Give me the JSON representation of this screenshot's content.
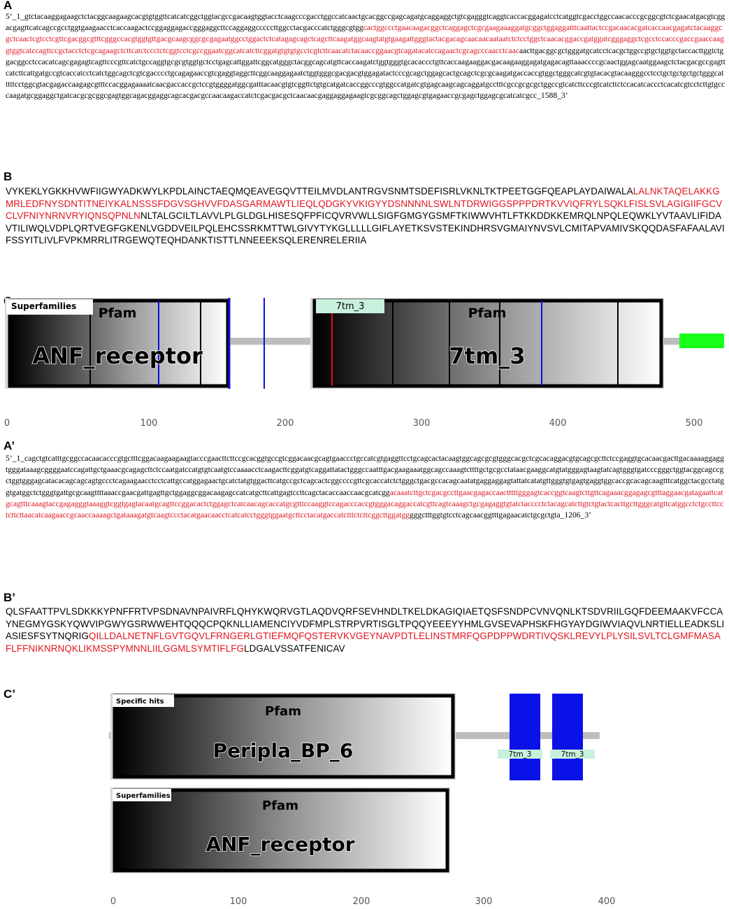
{
  "panels": {
    "A": {
      "label": "A",
      "pre": "5’_1_gtctacaaggagaagctctacggcaagaagcacgtgtggttcatcatcggctggtacgccgacaagtggtacctcaagcccgacctggccatcaactgcacggccgagcagatgcaggaggctgtcgagggtcaggtcaccacggagatcctcatggtcgacctggccaacacccgcggcgtctcgaacatgacgtcggacgagttcatcagccgcctggtgaagaacctcaccaagactccggaggagaccgggaggcttccaggaggcccccttggcctacgacccatctgggcgtgg",
      "highlight": "cactggccctgaacaagacggctcaggagctcgcgaagaaaggatgcggctggaggatttcaattactccgacaacacgatcaccaacgagatctacaaggcgctcaactcgtcctcgttcgacggcgtttcgggccacgtggtgttgacgcaagcggcgcgagaatggcctggactctcatagagcagctcagcttcaagatggcaagtatgtgaagattgggtactacgacagcaacaacaataatctctcctggctcaacacggaccgatggatcgggaggctcgcctccacccgaccgaaccaaggtggtcatccagttccgctacctctcgcagaagctcttcatctccctctcggtcctcgccggaatcggcatcatcttcggatgtgtgtgcctcgtcttcaacatctacaaccggaacgtcagatacatccagaactcgcagcccaacctcaac",
      "post": "aacttgacggcgctgggatgcatcctcacgctggccgtgctggtgctaccacttggtctggacggcctccacatcagcgagagtcagttcccgttcatctgccaggtgcgcgtggtgctcctgagcattggattcggcatgggctacggcagcatgttcaccaagatctggtgggtgcacaccctgttcaccaagaaggacgacaagaaggagatgagacagttaaaccccgcaactggagcaatggaagctctacgacgccgagttcatcttcattgatgccgtcaccatcctcatctggcagctcgtcgacccctgcagagaaccgtcgaggtaggcttcggcaaggagaatctggtgggcgacgacgtggagatactcccgcagctggagcactgcagctcgcgcaagatgaccaccgtggctgggcatcgtgtacacgtacaagggcctcctgctgctgctgctgggcatttttcctggcgtacgagaccaagagcgtttccacggagaaaatcaacgaccaccgctccgtggggatggcgatttacaacgtgtcggttctgtgcatgatcaccggcccgtggccatgatcgtgagcaagcagcaggatgcctttcgccgcgcgctggccgtcatcttcccgtcatcttctccacatcaccctcacatcgtcctcttgtgcccaagatgcggaggctgatcacgcgcggcgagtggcagacggaggcagcacgacgccaacaagaccatctcgacgacgctcaacaacgaggaggagaagtcgcggcagctggagcgtgagaaccgcgagctggagcgcatcatcgcc_1588_3’"
    },
    "B": {
      "label": "B",
      "pre": "VYKEKLYGKKHVWFIIGWYADKWYLKPDLAINCTAEQMQEAVEGQVTTEILMVDLANTRGVSNMTSDEFISRLVKNLTKTPEETGGFQEAPLAYDAIWALA",
      "highlight": "LALNKTAQELAKKGMRLEDFNYSDNTITNEIYKALNSSSFDGVSGHVVFDASGARMAWTLIEQLQDGKYVKIGYYDSNNNNLSWLNTDRWIGGSPPPDRTKVVIQFRYLSQKLFISLSVLAGIGIIFGCVCLVFNIYNRNVRYIQNSQPNLN",
      "post": "NLTALGCILTLAVVLPLGLDGLHISESQFPFICQVRVWLLSIGFGMGYGSMFTKIWWVHTLFTKKDDKKEMRQLNPQLEQWKLYVTAAVLIFIDAVTILIWQLVDPLQRTVEGFGKENLVGDDVEILPQLEHCSSRKMTTWLGIVYTYKGLLLLLGIFLAYETKSVSTEKINDHRSVGMAIYNVSVLCMITAPVAMIVSKQQDASFAFAALAVIFSSYITLIVLFVPKMRRLITRGEWQTEQHDANKTISTTLNNEEEKSQLERENRELERIIA"
    },
    "C": {
      "label": "C",
      "domain1": {
        "name": "ANF_receptor",
        "source": "Pfam",
        "tag": "Superfamilies"
      },
      "domain2": {
        "name": "7tm_3",
        "source": "Pfam",
        "tag": "7tm_3"
      },
      "axis": [
        "0",
        "100",
        "200",
        "300",
        "400",
        "500"
      ]
    },
    "A_prime": {
      "label": "A’",
      "pre": "5’_1_cagctgtcatttgcggccacaacacccgtgctttcggacaagaagaagtacccgaacttcttccgcacggtgccgtcggacaacgcagtgaaccctgccatcgtgaggttcctgcagcactacaagtggcagcgcgtgggcacgctcgcacaggacgtgcagcgcttctccgaggtgcacaacgacttgacaaaaggaggtgggataaagcggggaatccagattgctgaaacgcagagcttctccaatgatccatgtgtcaatgtccaaaacctcaagacttcggatgtcaggattatactgggccaatttgacgaagaaatggcagccaaagtcttttgctgcgcctataacgaaggcatgtatgggagtaagtatcagtgggtgatcccgggctggtacggcagccgctggtgggagcatacacagcagcagtgccctcagaagaacctcctcattgccatggagaactgcatctatgtggacttcatgccgctcagcactcggccccgttcgcaccatctctgggctgacgccacagcaatatgaggaggagtattatcatatgttgggtgtgagtgaggtggcaccgcacagcaagtttcatggctacgcctatggtgatggctctgggtgattgcgcaagttttaaaccgaacgattgagttgctggaggcggacaagagccatcatgcttcattgagtccttcagctacaccaaccaacgcatcgg",
      "highlight": "acaaatcttgctcgacgccttgaacgagaccaactttttgggagtcaccggtcaagtcttgttcagaaacggagagcgtttaggaacgatagaattcatgcagtttcaaagtaccgagagggtaaaggtcggtgagtacaatgcagttccggacactctggagctcatcaacagcaccatgcgtttccaaggtccagacccaccgtgggacaggaccatcgttcagtcaaagctgcgagaggtgtatctacccctctacagcatcttgtctgtactcacttgcttgggcatgttcatggcctctgccttcctcttcttaacatcaagaaccgcaaccaaaagctgataaagatgtcaagtccctacatgaacaacctcatcatcctgggtggaatgcttcctacatgaccatctttctcttcggcttggatgg",
      "post": "gggctttggtgtcctcagcaacggtttgagaacatctgcgctgta_1206_3’"
    },
    "B_prime": {
      "label": "B’",
      "pre": "QLSFAATTPVLSDKKKYPNFFRTVPSDNAVNPAIVRFLQHYKWQRVGTLAQDVQRFSEVHNDLTKELDKAGIQIAETQSFSNDPCVNVQNLKTSDVRIILGQFDEEMAAKVFCCAYNEGMYGSKYQWVIPGWYGSRWWEHTQQQCPQKNLLIAMENCIYVDFMPLSTRPVRTISGLTPQQYEEEYYHMLGVSEVAPHSKFHGYAYDGIWVIAQVLNRTIELLEADKSLIASIESFSYTNQRIG",
      "highlight": "QILLDALNETNFLGVTGQVLFRNGERLGTIEFMQFQSTERVKVGEYNAVPDTLELINSTMRFQGPDPPWDRTIVQSKLREVYLPLYSILSVLTCLGMFMASAFLFFNIKNRNQKLIKMSSPYMNNLIILGGMLSYMTIFLFG",
      "post": "LDGALVSSATFENICAV"
    },
    "C_prime": {
      "label": "C’",
      "domain1": {
        "name": "Peripla_BP_6",
        "source": "Pfam",
        "tag": "Specific hits"
      },
      "domain2": {
        "name": "ANF_receptor",
        "source": "Pfam",
        "tag": "Superfamilies"
      },
      "tm1": "7tm_3",
      "tm2": "7tm_3",
      "axis": [
        "0",
        "100",
        "200",
        "300",
        "400"
      ]
    }
  },
  "colors": {
    "highlight": "#e0141e",
    "marker_blue": "#1010d8",
    "marker_red": "#e01010",
    "tail_green": "#18ff18",
    "tm_blue": "#0a12e8",
    "tag_mint": "#c8f0dc",
    "connector_gray": "#bdbdbd"
  }
}
